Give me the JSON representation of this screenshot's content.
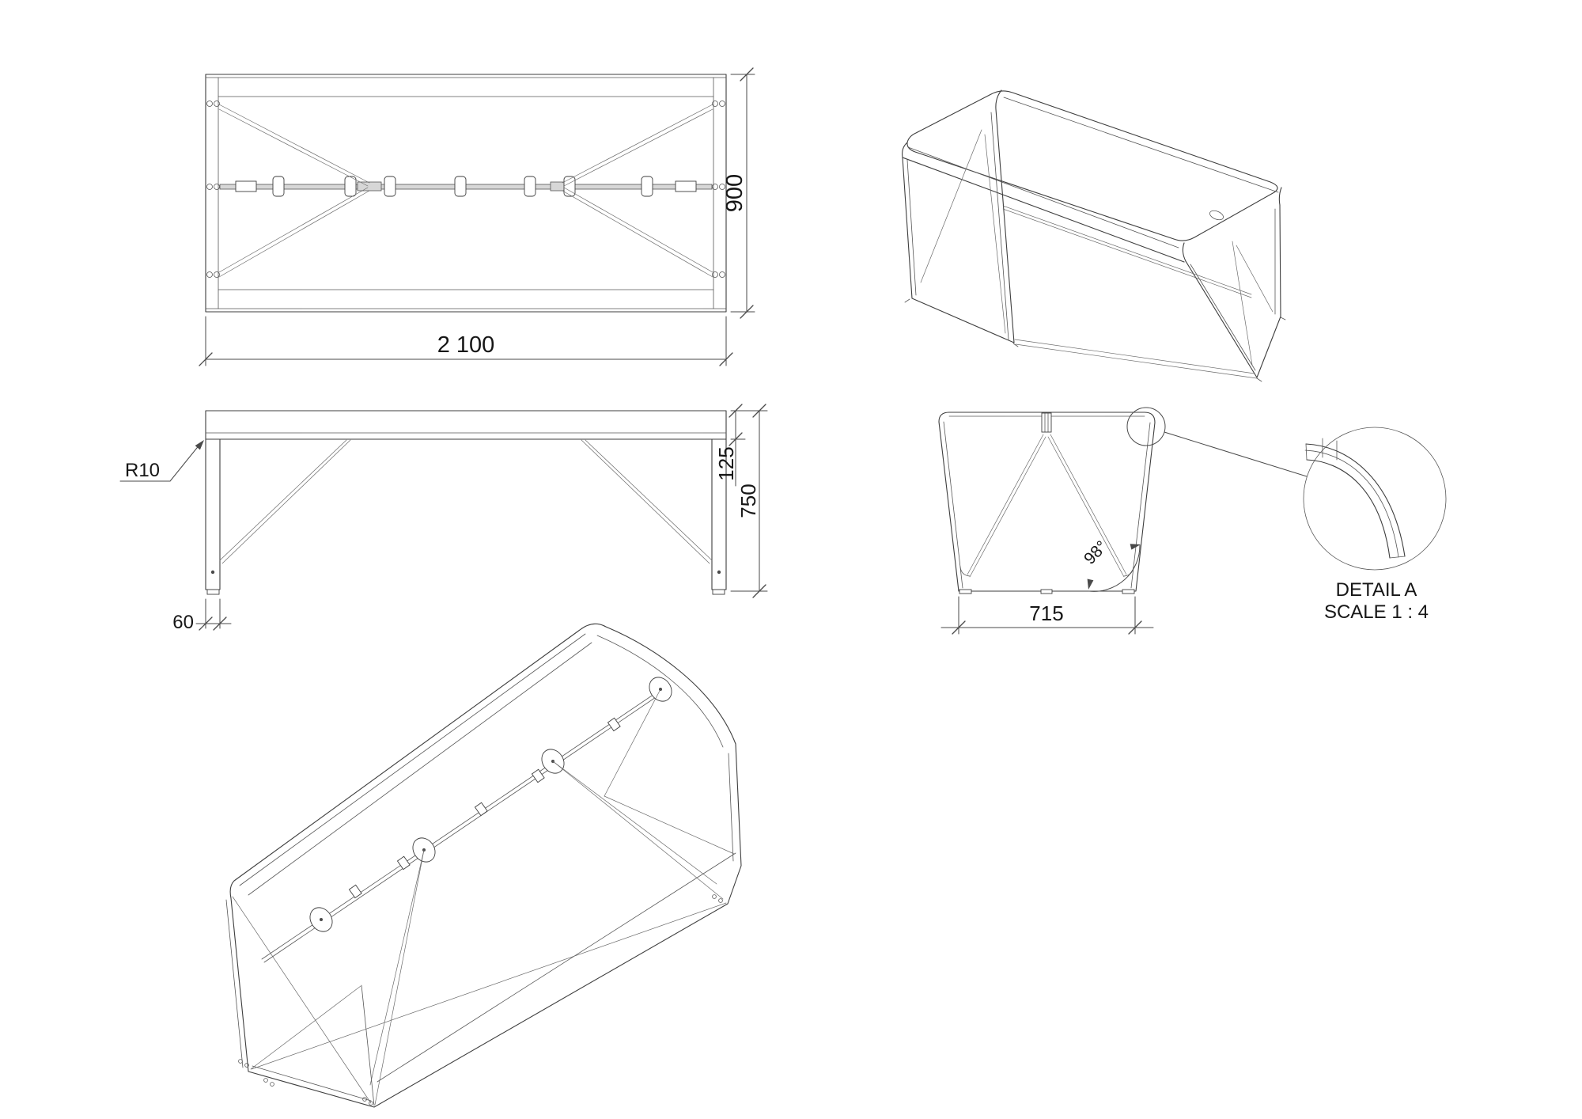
{
  "drawing": {
    "dims": {
      "top_width": "2 100",
      "top_depth": "900",
      "front_radius": "R10",
      "front_top": "125",
      "front_height": "750",
      "front_leg": "60",
      "side_angle": "98°",
      "side_width": "715"
    },
    "detail": {
      "title": "DETAIL A",
      "scale": "SCALE 1 : 4"
    },
    "colors": {
      "line": "#3e3e3e",
      "dimension": "#4a4a4a",
      "text": "#161616",
      "rod_fill": "#d7d7d7",
      "background": "#ffffff"
    }
  }
}
